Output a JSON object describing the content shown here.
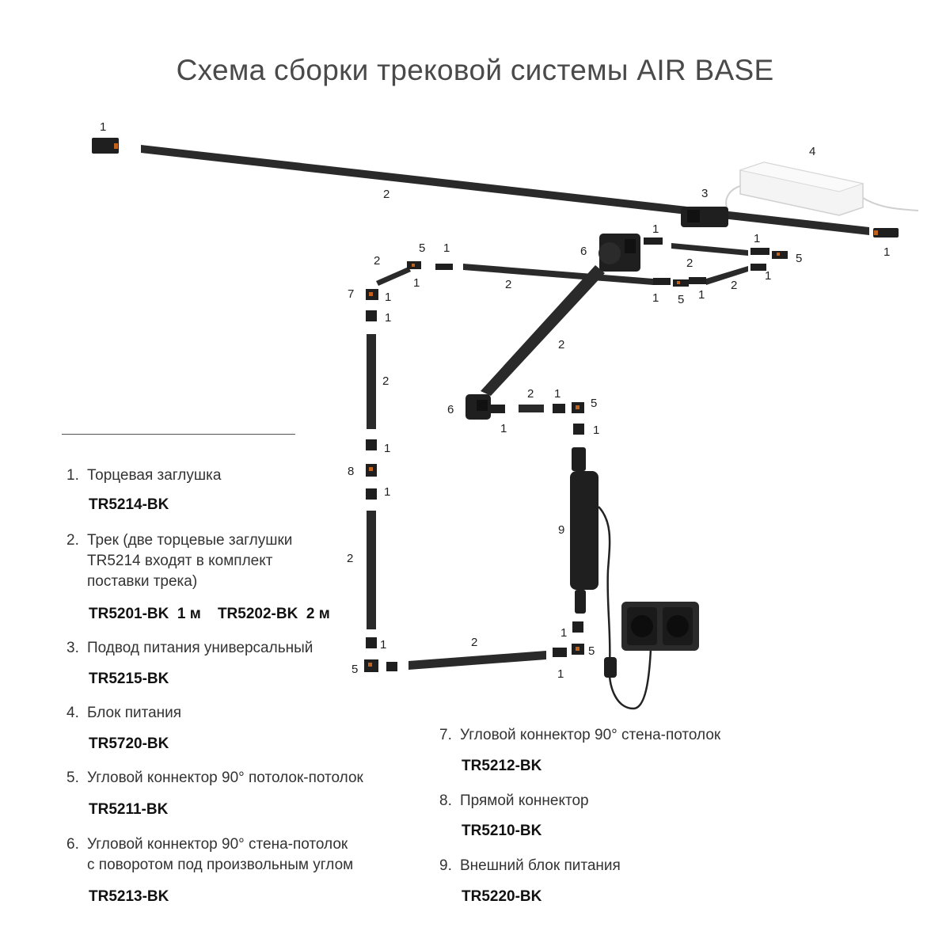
{
  "title": "Схема сборки трековой системы AIR BASE",
  "diagram_labels": {
    "l1a": "1",
    "l1b": "1",
    "l1c": "1",
    "l1d": "1",
    "l1e": "1",
    "l1f": "1",
    "l1g": "1",
    "l1h": "1",
    "l1i": "1",
    "l1j": "1",
    "l1k": "1",
    "l1l": "1",
    "l1m": "1",
    "l1n": "1",
    "l1o": "1",
    "l1p": "1",
    "l1q": "1",
    "l1r": "1",
    "l1s": "1",
    "l2a": "2",
    "l2b": "2",
    "l2c": "2",
    "l2d": "2",
    "l2e": "2",
    "l2f": "2",
    "l2g": "2",
    "l2h": "2",
    "l2i": "2",
    "l2j": "2",
    "l3": "3",
    "l4": "4",
    "l5a": "5",
    "l5b": "5",
    "l5c": "5",
    "l5d": "5",
    "l5e": "5",
    "l5f": "5",
    "l6a": "6",
    "l6b": "6",
    "l7": "7",
    "l8": "8",
    "l9": "9"
  },
  "legend": [
    {
      "num": "1.",
      "lines": [
        "Торцевая заглушка"
      ],
      "code": "TR5214-BK"
    },
    {
      "num": "2.",
      "lines": [
        "Трек (две торцевые заглушки",
        "TR5214 входят в комплект",
        "поставки трека)"
      ],
      "code": "TR5201-BK  1 м    TR5202-BK  2 м"
    },
    {
      "num": "3.",
      "lines": [
        "Подвод питания универсальный"
      ],
      "code": "TR5215-BK"
    },
    {
      "num": "4.",
      "lines": [
        "Блок питания"
      ],
      "code": "TR5720-BK"
    },
    {
      "num": "5.",
      "lines": [
        "Угловой коннектор 90° потолок-потолок"
      ],
      "code": "TR5211-BK"
    },
    {
      "num": "6.",
      "lines": [
        "Угловой коннектор 90° стена-потолок",
        "с поворотом под произвольным углом"
      ],
      "code": "TR5213-BK"
    },
    {
      "num": "7.",
      "lines": [
        "Угловой коннектор 90° стена-потолок"
      ],
      "code": "TR5212-BK"
    },
    {
      "num": "8.",
      "lines": [
        "Прямой коннектор"
      ],
      "code": "TR5210-BK"
    },
    {
      "num": "9.",
      "lines": [
        "Внешний блок питания"
      ],
      "code": "TR5220-BK"
    }
  ]
}
